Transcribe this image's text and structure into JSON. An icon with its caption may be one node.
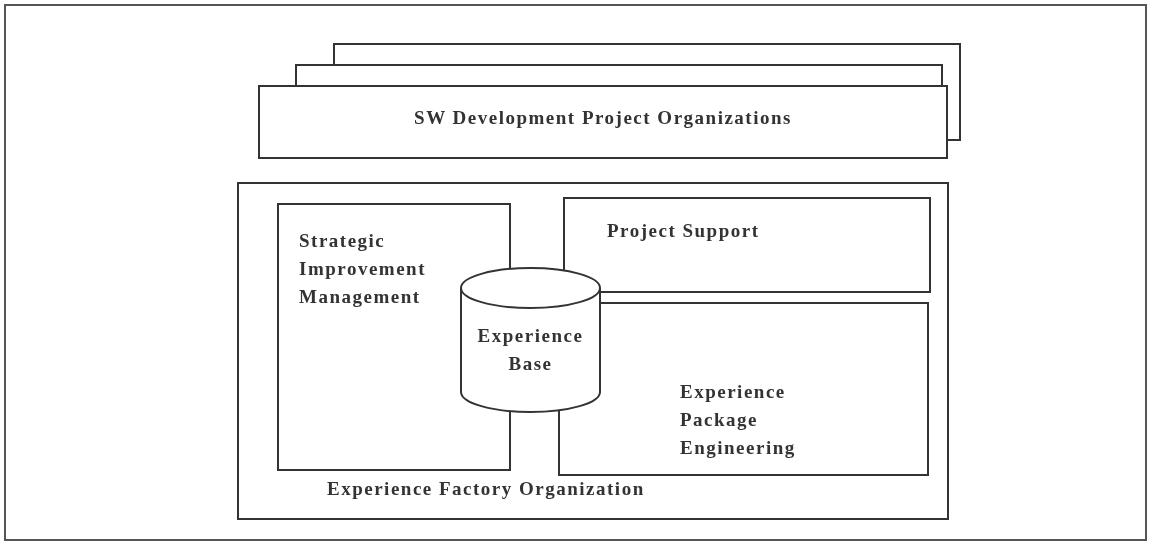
{
  "diagram": {
    "nodes": [
      {
        "text": [
          "SW Development Project Organizations"
        ]
      },
      {
        "text": [
          "Experience Factory Organization"
        ]
      },
      {
        "text": [
          "Strategic Improvement Management"
        ],
        "in": 1
      },
      {
        "text": [
          "Project Support"
        ],
        "in": 1
      },
      {
        "text": [
          "Experience Base"
        ],
        "in": 1
      },
      {
        "text": [
          "Experience Package Engineering"
        ],
        "in": 1
      }
    ]
  }
}
